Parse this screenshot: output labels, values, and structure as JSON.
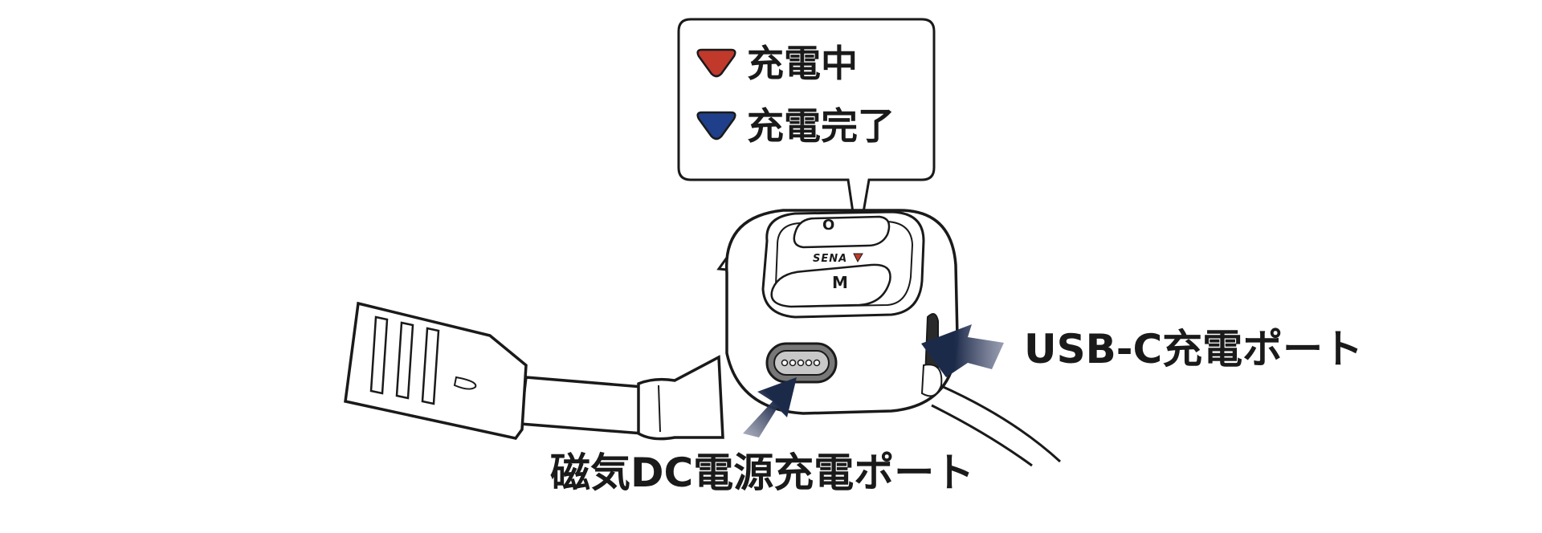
{
  "legend": {
    "items": [
      {
        "label": "充電中",
        "color": "#c0392b"
      },
      {
        "label": "充電完了",
        "color": "#1f3f8a"
      }
    ]
  },
  "device": {
    "power_button_label": "O",
    "brand_label": "SENA",
    "multi_button_label": "M"
  },
  "callouts": {
    "usb_c_port": "USB-C充電ポート",
    "magnetic_dc_port": "磁気DC電源充電ポート"
  },
  "colors": {
    "arrow": "#1c2a4a",
    "outline": "#1a1a1a",
    "led": "#c0392b"
  }
}
